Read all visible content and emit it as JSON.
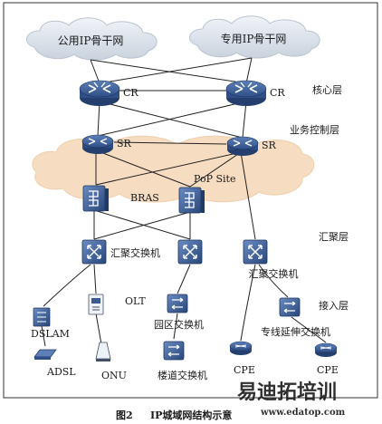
{
  "clouds": {
    "public": "公用IP骨干网",
    "private": "专用IP骨干网"
  },
  "layers": {
    "core": "核心层",
    "service_control": "业务控制层",
    "aggregation": "汇聚层",
    "access": "接入层"
  },
  "devices": {
    "cr_left": "CR",
    "cr_right": "CR",
    "sr_left": "SR",
    "sr_right": "SR",
    "bras": "BRAS",
    "pop_site": "PoP Site",
    "agg_switch_left": "汇聚交换机",
    "agg_switch_right": "汇聚交换机",
    "olt": "OLT",
    "dslam": "DSLAM",
    "adsl": "ADSL",
    "onu": "ONU",
    "campus_switch": "园区交换机",
    "corridor_switch": "楼道交换机",
    "dedicated_ext_switch": "专线延伸交换机",
    "cpe_left": "CPE",
    "cpe_right": "CPE"
  },
  "caption": {
    "figure": "图2",
    "title": "IP城域网结构示意"
  },
  "watermark": {
    "brand": "易迪拓培训",
    "url": "www.edatop.com"
  },
  "colors": {
    "cloud": "#dde4ee",
    "pop_cloud": "#f6dcc0",
    "router": "#2f4f86",
    "device": "#3b5a92",
    "watermark": "#d2442e",
    "line": "#222222"
  }
}
